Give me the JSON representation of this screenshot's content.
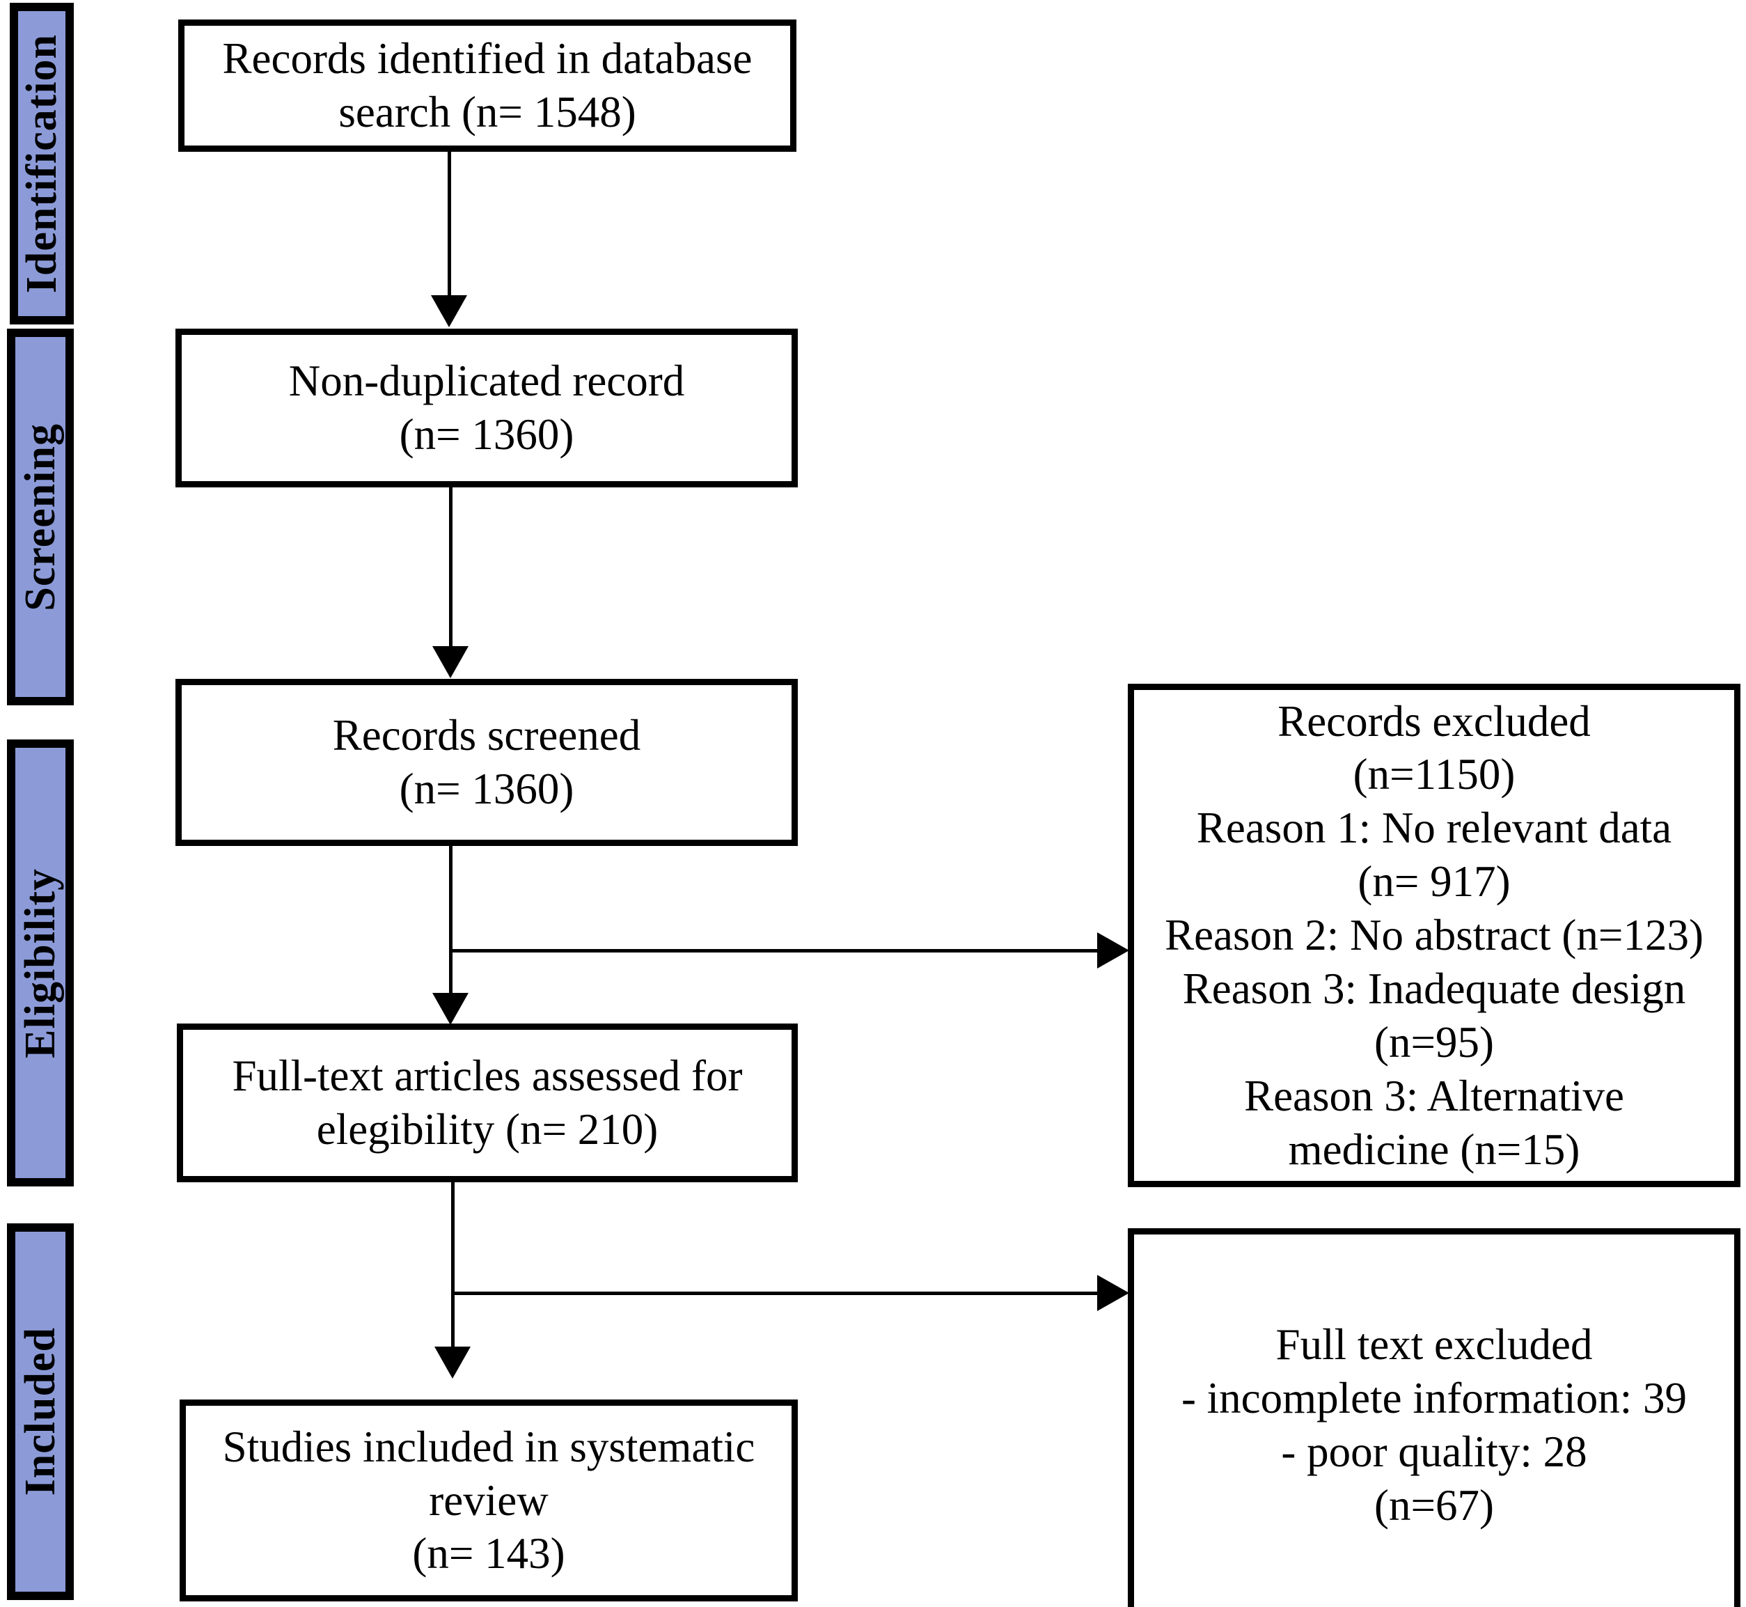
{
  "diagram": {
    "title": "PRISMA study selection flow diagram",
    "accent_color": "#8C9BD8",
    "line_color": "#000000",
    "background_color": "#FFFFFF"
  },
  "stages": [
    {
      "key": "identification",
      "label": "Identification"
    },
    {
      "key": "screening",
      "label": "Screening"
    },
    {
      "key": "eligibility",
      "label": "Eligibility"
    },
    {
      "key": "included",
      "label": "Included"
    }
  ],
  "boxes": {
    "identified": {
      "name": "records-identified",
      "lines": [
        "Records identified in database",
        "search (n= 1548)"
      ]
    },
    "non_duplicated": {
      "name": "non-duplicated-records",
      "lines": [
        "Non-duplicated record",
        "(n= 1360)"
      ]
    },
    "screened": {
      "name": "records-screened",
      "lines": [
        "Records screened",
        "(n= 1360)"
      ]
    },
    "fulltext_assessed": {
      "name": "full-text-assessed",
      "lines": [
        "Full-text articles assessed for",
        "elegibility (n= 210)"
      ]
    },
    "included_studies": {
      "name": "studies-included",
      "lines": [
        "Studies included in systematic",
        "review",
        "(n= 143)"
      ]
    },
    "records_excluded": {
      "name": "records-excluded",
      "lines": [
        "Records excluded",
        "(n=1150)",
        "Reason 1: No relevant data",
        "(n= 917)",
        "Reason 2: No abstract (n=123)",
        "Reason 3: Inadequate design",
        "(n=95)",
        "Reason 3: Alternative",
        "medicine (n=15)"
      ]
    },
    "fulltext_excluded": {
      "name": "full-text-excluded",
      "lines": [
        "Full text excluded",
        "- incomplete information: 39",
        "- poor quality: 28",
        "(n=67)"
      ]
    }
  },
  "flow_counts": {
    "identified": 1548,
    "non_duplicated": 1360,
    "screened": 1360,
    "records_excluded_total": 1150,
    "records_excluded_reason_1_no_relevant_data": 917,
    "records_excluded_reason_2_no_abstract": 123,
    "records_excluded_reason_3_inadequate_design": 95,
    "records_excluded_reason_3_alternative_medicine": 15,
    "fulltext_assessed": 210,
    "fulltext_excluded_total": 67,
    "fulltext_excluded_incomplete_information": 39,
    "fulltext_excluded_poor_quality": 28,
    "included_studies": 143
  }
}
